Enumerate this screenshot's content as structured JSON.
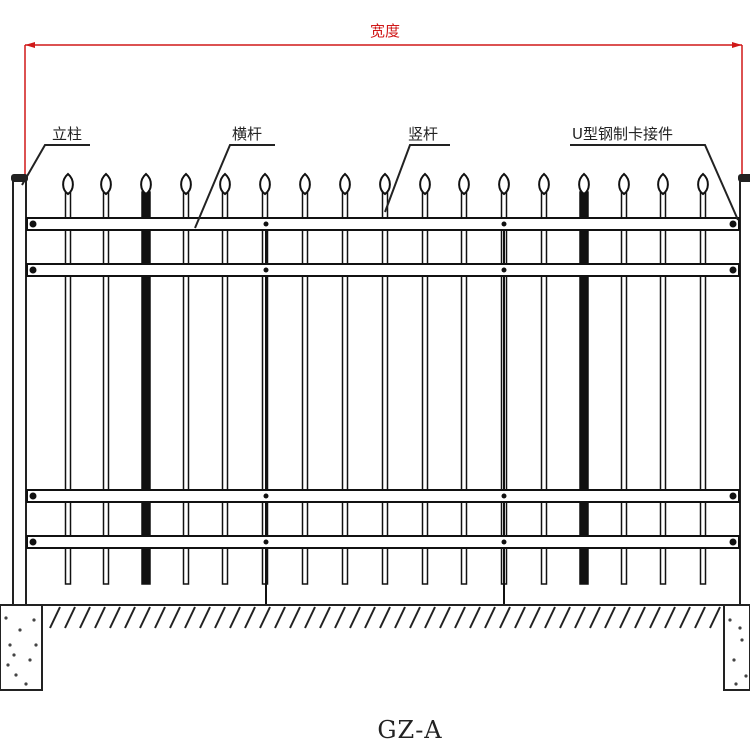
{
  "diagram": {
    "width_label": "宽度",
    "labels": {
      "post": "立柱",
      "rail": "横杆",
      "picket": "竖杆",
      "connector": "U型钢制卡接件"
    },
    "caption": "GZ-A",
    "colors": {
      "dimension": "#d01818",
      "line": "#222222",
      "ground": "#333333"
    }
  }
}
